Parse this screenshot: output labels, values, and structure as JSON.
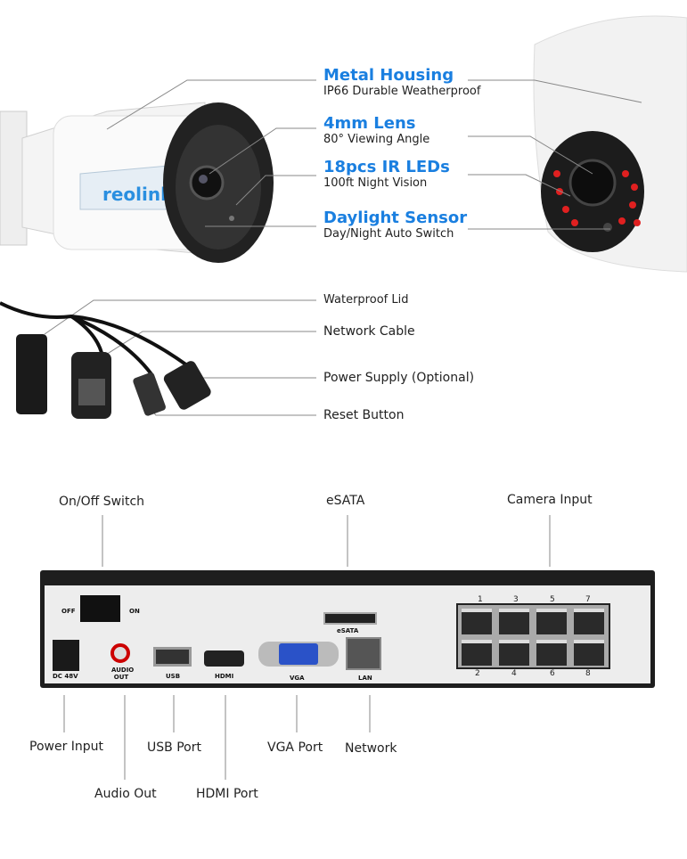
{
  "camera_features": [
    {
      "title": "Metal Housing",
      "subtitle": "IP66 Durable Weatherproof"
    },
    {
      "title": "4mm Lens",
      "subtitle": "80° Viewing Angle"
    },
    {
      "title": "18pcs IR LEDs",
      "subtitle": "100ft Night Vision"
    },
    {
      "title": "Daylight Sensor",
      "subtitle": "Day/Night Auto Switch"
    }
  ],
  "brand_logo": "reolink",
  "cable_labels": [
    "Waterproof Lid",
    "Network Cable",
    "Power Supply (Optional)",
    "Reset Button"
  ],
  "nvr_callouts_top": {
    "switch": "On/Off Switch",
    "esata": "eSATA",
    "camera_input": "Camera Input"
  },
  "nvr_callouts_bottom": {
    "power": "Power Input",
    "audio": "Audio Out",
    "usb": "USB Port",
    "hdmi": "HDMI Port",
    "vga": "VGA Port",
    "network": "Network"
  },
  "nvr_panel": {
    "off": "OFF",
    "on": "ON",
    "dc": "DC 48V",
    "audio": "AUDIO OUT",
    "usb": "USB",
    "hdmi": "HDMI",
    "vga": "VGA",
    "lan": "LAN",
    "esata": "eSATA",
    "ports_top": [
      "1",
      "3",
      "5",
      "7"
    ],
    "ports_bottom": [
      "2",
      "4",
      "6",
      "8"
    ]
  },
  "colors": {
    "accent": "#1a7fe0"
  }
}
